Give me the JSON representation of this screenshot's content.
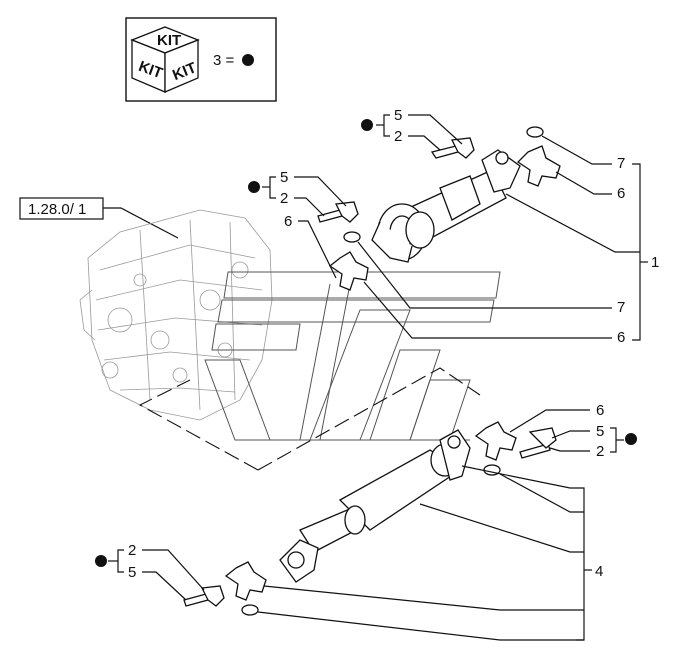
{
  "kit_legend": {
    "cube_text_top": "KIT",
    "cube_text_left": "KIT",
    "cube_text_right": "KIT",
    "equation_text": "3 ="
  },
  "reference_label": "1.28.0/ 1",
  "callouts": {
    "top_group_5": "5",
    "top_group_2": "2",
    "mid_group_5": "5",
    "mid_group_2": "2",
    "mid_group_6": "6",
    "right_7_upper": "7",
    "right_6_upper": "6",
    "assembly_1": "1",
    "right_7_lower": "7",
    "right_6_lower": "6",
    "lower_6": "6",
    "lower_5": "5",
    "lower_2": "2",
    "assembly_4": "4",
    "bottom_2": "2",
    "bottom_5": "5"
  }
}
